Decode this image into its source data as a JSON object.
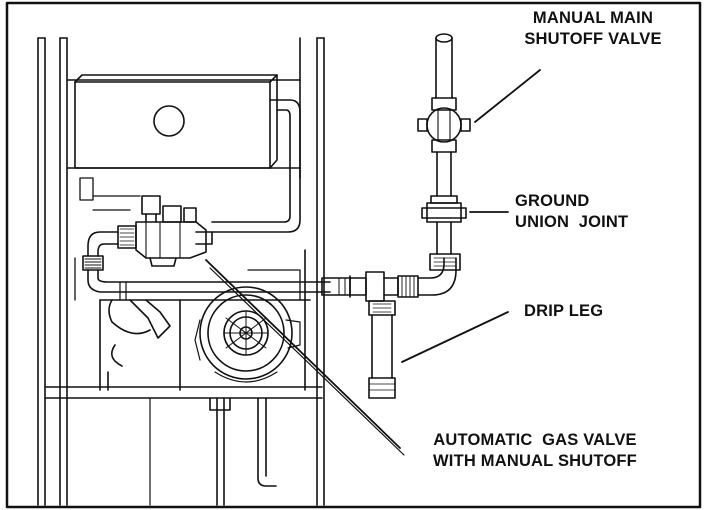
{
  "callouts": {
    "manual_main_shutoff": [
      "MANUAL MAIN",
      "SHUTOFF VALVE"
    ],
    "ground_union_joint": [
      "GROUND",
      "UNION  JOINT"
    ],
    "drip_leg": [
      "DRIP LEG"
    ],
    "automatic_gas_valve": [
      "AUTOMATIC  GAS VALVE",
      "WITH MANUAL SHUTOFF"
    ]
  },
  "colors": {
    "line": "#111111",
    "background": "#ffffff"
  }
}
